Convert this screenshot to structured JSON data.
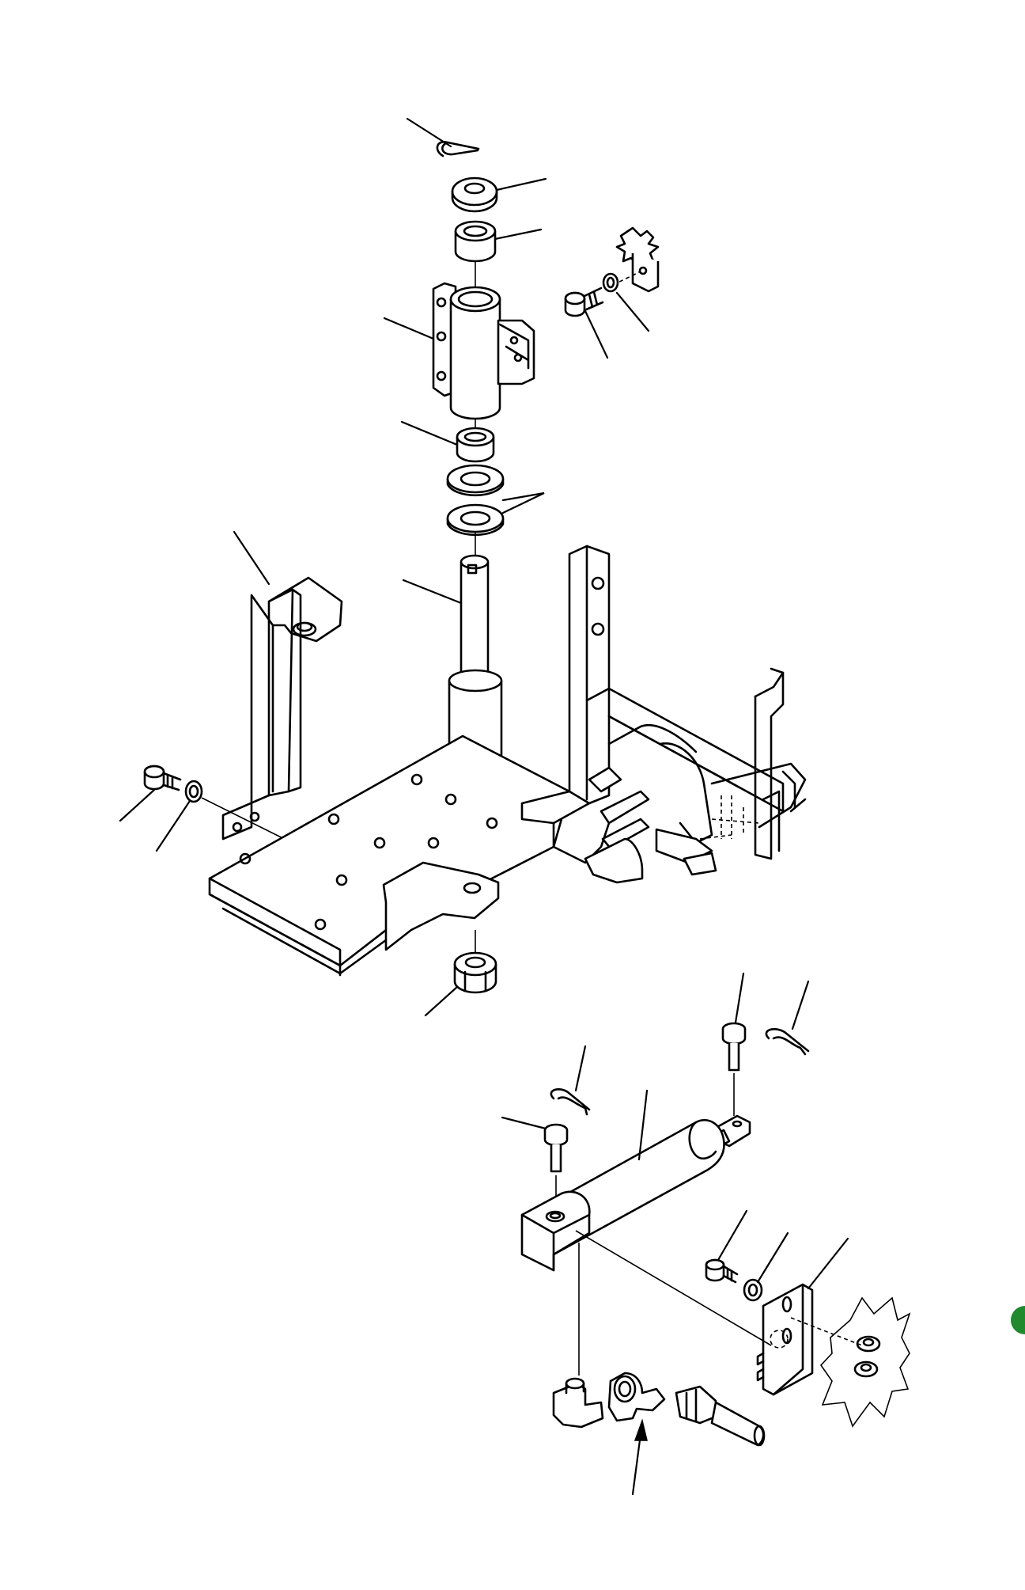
{
  "figure": {
    "kind": "exploded parts diagram",
    "printed_text": []
  },
  "colors": {
    "line": "#000000",
    "background": "#ffffff",
    "page_marker": "#1f8a2e"
  },
  "parts": [
    "cotter-pin",
    "washer",
    "bushing",
    "pivot-housing",
    "bolt",
    "lock-washer",
    "mount-tab",
    "lower-bushing",
    "thrust-washers",
    "steering-shaft",
    "support-bracket",
    "base-frame",
    "nut",
    "hydraulic-cylinder",
    "clevis-pin",
    "hose-fitting",
    "mount-plate"
  ]
}
